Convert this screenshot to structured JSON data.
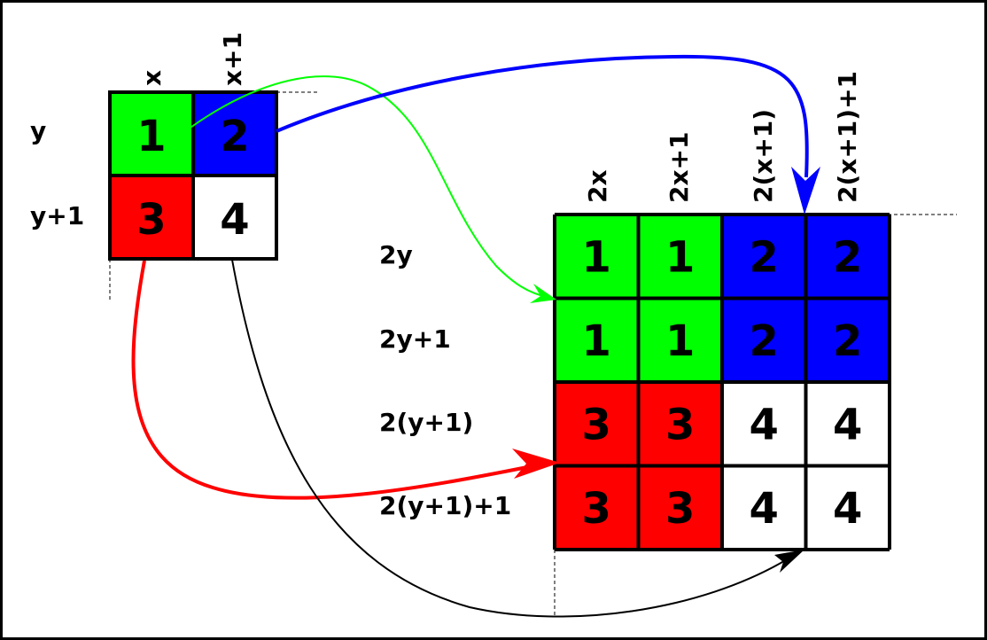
{
  "small_grid": {
    "col_labels": [
      "x",
      "x+1"
    ],
    "row_labels": [
      "y",
      "y+1"
    ],
    "cells": [
      {
        "value": "1",
        "color": "#00ff00"
      },
      {
        "value": "2",
        "color": "#0000ff"
      },
      {
        "value": "3",
        "color": "#ff0000"
      },
      {
        "value": "4",
        "color": "#ffffff"
      }
    ]
  },
  "large_grid": {
    "col_labels": [
      "2x",
      "2x+1",
      "2(x+1)",
      "2(x+1)+1"
    ],
    "row_labels": [
      "2y",
      "2y+1",
      "2(y+1)",
      "2(y+1)+1"
    ],
    "cells": [
      [
        {
          "value": "1",
          "color": "#00ff00"
        },
        {
          "value": "1",
          "color": "#00ff00"
        },
        {
          "value": "2",
          "color": "#0000ff"
        },
        {
          "value": "2",
          "color": "#0000ff"
        }
      ],
      [
        {
          "value": "1",
          "color": "#00ff00"
        },
        {
          "value": "1",
          "color": "#00ff00"
        },
        {
          "value": "2",
          "color": "#0000ff"
        },
        {
          "value": "2",
          "color": "#0000ff"
        }
      ],
      [
        {
          "value": "3",
          "color": "#ff0000"
        },
        {
          "value": "3",
          "color": "#ff0000"
        },
        {
          "value": "4",
          "color": "#ffffff"
        },
        {
          "value": "4",
          "color": "#ffffff"
        }
      ],
      [
        {
          "value": "3",
          "color": "#ff0000"
        },
        {
          "value": "3",
          "color": "#ff0000"
        },
        {
          "value": "4",
          "color": "#ffffff"
        },
        {
          "value": "4",
          "color": "#ffffff"
        }
      ]
    ]
  },
  "arrows": [
    {
      "from": "small-cell-1",
      "to": "large-cell-2y-2x",
      "color": "#00ff00"
    },
    {
      "from": "small-cell-2",
      "to": "large-cell-2y-2x+1(x+1)",
      "color": "#0000ff"
    },
    {
      "from": "small-cell-3",
      "to": "large-cell-2(y+1)+1-2x",
      "color": "#ff0000"
    },
    {
      "from": "small-cell-4",
      "to": "large-cell-bottom-2(x+1)+1",
      "color": "#000000"
    }
  ]
}
